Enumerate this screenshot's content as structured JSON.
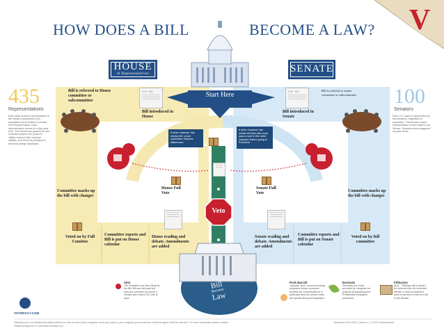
{
  "title": {
    "left": "HOW DOES A BILL",
    "right": "BECOME A LAW?"
  },
  "corner_logo": "V",
  "house": {
    "name": "HOUSE",
    "sub": "of Representatives",
    "count": "435",
    "count_label": "Representatives",
    "desc": "Each state receives representation in the House in proportion to its population but is entitled to at least one Representative. Each representative serves for a two-year term. The House was granted its own exclusive powers: the power to initiate revenue bills, impeach officials, and elect the president in electoral college deadlocks."
  },
  "senate": {
    "name": "SENATE",
    "count": "100",
    "count_label": "Senators",
    "desc": "Each U.S. state is represented by two senators, regardless of population. This ensures equal representation of each state in the Senate. Senators serve staggered six-year terms."
  },
  "start": "Start Here",
  "house_steps": {
    "referred": "Bill is referred to House committee or subcommittee",
    "introduced": "Bill introduced in House",
    "markup": "Committee marks up the bill with changes",
    "vote": "Voted on by Full Comittee",
    "reports": "Committee reports and Bill is put on House calendar",
    "reading": "House reading and debate. Amendments are added",
    "full_vote": "House Full Vote",
    "doc": "H.R. 100"
  },
  "senate_steps": {
    "referred": "Bill is referred to senate committee or subcommittee",
    "introduced": "Bill introduced in Senate",
    "markup": "Committee marks up the bill with changes",
    "vote": "Voted on by full committee",
    "reports": "Committee reports and Bill is put on Senate calendar",
    "reading": "Senate reading and debate. Amendments are added",
    "full_vote": "Senate Full Vote",
    "doc": "S.R. 100"
  },
  "notes": {
    "house": "If other chamber has similar bill, a joint committee resolves differences",
    "senate": "If other chamber has similar bill then bills must pass a vote in the other chamber before going to President"
  },
  "veto": "Veto",
  "bill_becomes_law": {
    "line1": "Bill",
    "line2": "Becomes",
    "line3": "Law"
  },
  "legend": {
    "veto": {
      "title": "Veto",
      "text": "The President can Veto (Reject) the Bill. Bill can still pass but must be overrided by House & Senate and receive 2/3 vote to pass"
    },
    "pork": {
      "title": "Pork Barrell",
      "text": "Typically \"pork\" involves funding programs whose economic benefits are concentrated in a particular area but whose costs are spread among all taxpayers."
    },
    "earmark": {
      "title": "Earmark",
      "text": "Earmarks are funds provided by Congress for projects by bypassing the Presidential evaluation processes."
    },
    "filibuster": {
      "title": "Filibuster",
      "text": "AKA - \"Talking a bill to death.\" An informal term for extended debate or other procedures used to prevent a vote on a bill in the Senate."
    }
  },
  "brand": "VOTERACY.COM",
  "footer_left": "Voteracy.com is a website that allows citizens to vote on every bill in congress, send your vote to your congress person and see if citizens agree with the outcome. For more information please contact info@voteracy.com or visit www.voteracy.com",
  "footer_right": "December 11th 2012   |   Version 1   |   © 2012 Voteracy.com",
  "colors": {
    "navy": "#234f86",
    "yellow": "#f4e3a0",
    "blue": "#cfe4f3",
    "red": "#c8202f",
    "green": "#2f7f62"
  }
}
